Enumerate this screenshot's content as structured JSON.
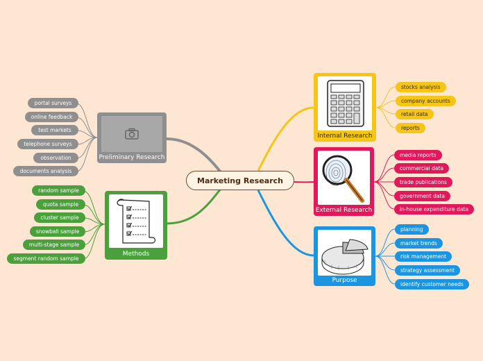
{
  "central": {
    "title": "Marketing Research"
  },
  "colors": {
    "gray": "#8f8f8f",
    "green": "#4aa13b",
    "yellow": "#f5c518",
    "red": "#e01a5a",
    "blue": "#1b95e0",
    "background": "#fde6d2"
  },
  "branches": {
    "preliminary": {
      "label": "Preliminary Research",
      "icon": "camera-icon",
      "items": [
        "portal surveys",
        "online feedback",
        "test markets",
        "telephone surveys",
        "observation",
        "documents analysis"
      ]
    },
    "methods": {
      "label": "Methods",
      "icon": "checklist-scroll-icon",
      "items": [
        "random sample",
        "quota sample",
        "cluster sample",
        "snowball sample",
        "multi-stage sample",
        "segment random sample"
      ]
    },
    "internal": {
      "label": "Internal Research",
      "icon": "calculator-icon",
      "items": [
        "stocks analysis",
        "company accounts",
        "retail data",
        "reports"
      ]
    },
    "external": {
      "label": "External Research",
      "icon": "magnifier-fingerprint-icon",
      "items": [
        "media reports",
        "commercial data",
        "trade publications",
        "government data",
        "in-house expenditure data"
      ]
    },
    "purpose": {
      "label": "Purpose",
      "icon": "pie-chart-icon",
      "items": [
        "planning",
        "market trends",
        "risk management",
        "strategy assessment",
        "identify customer needs"
      ]
    }
  }
}
